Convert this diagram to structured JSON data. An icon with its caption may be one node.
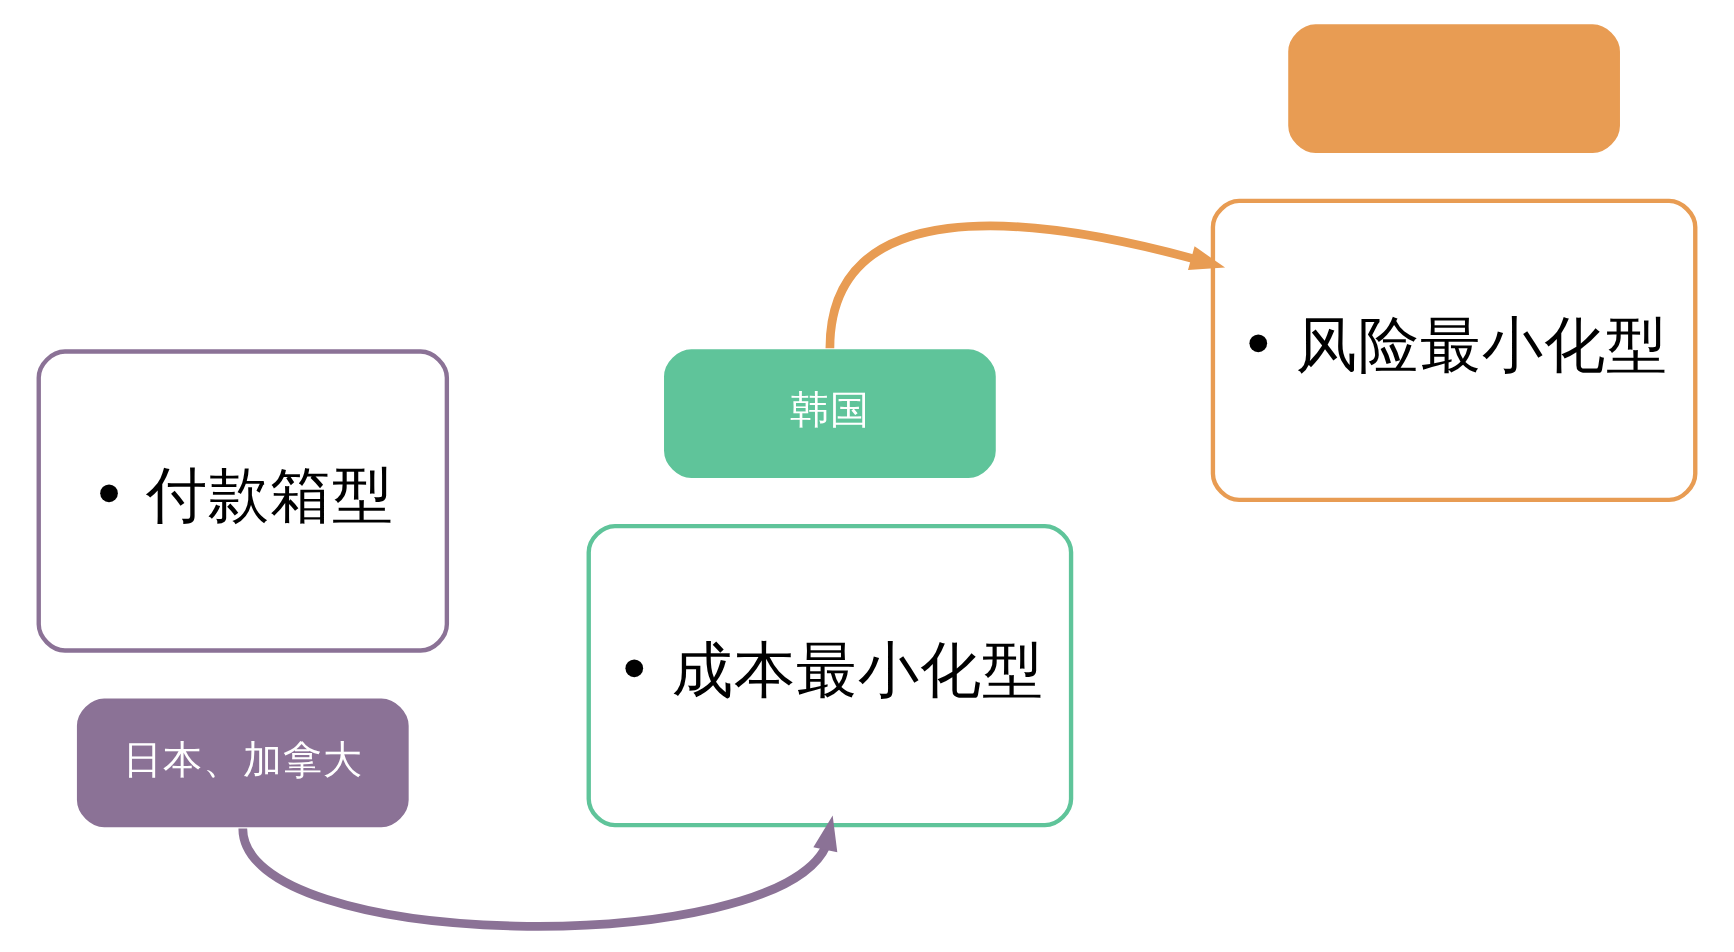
{
  "diagram": {
    "nodes": [
      {
        "text": [
          "• 付款箱型"
        ]
      },
      {
        "text": [
          "日本、加拿大"
        ]
      },
      {
        "text": [
          "• 成本最小化型"
        ]
      },
      {
        "text": [
          "韩国"
        ]
      },
      {
        "text": [
          "• 风险最小化型"
        ]
      },
      {
        "text": [],
        "shape": "box"
      }
    ],
    "edges": [
      {
        "from": 1,
        "to": 2,
        "arrow": "to",
        "color": "#8b7296"
      },
      {
        "from": 3,
        "to": 4,
        "arrow": "to",
        "color": "#e89c53"
      }
    ]
  }
}
